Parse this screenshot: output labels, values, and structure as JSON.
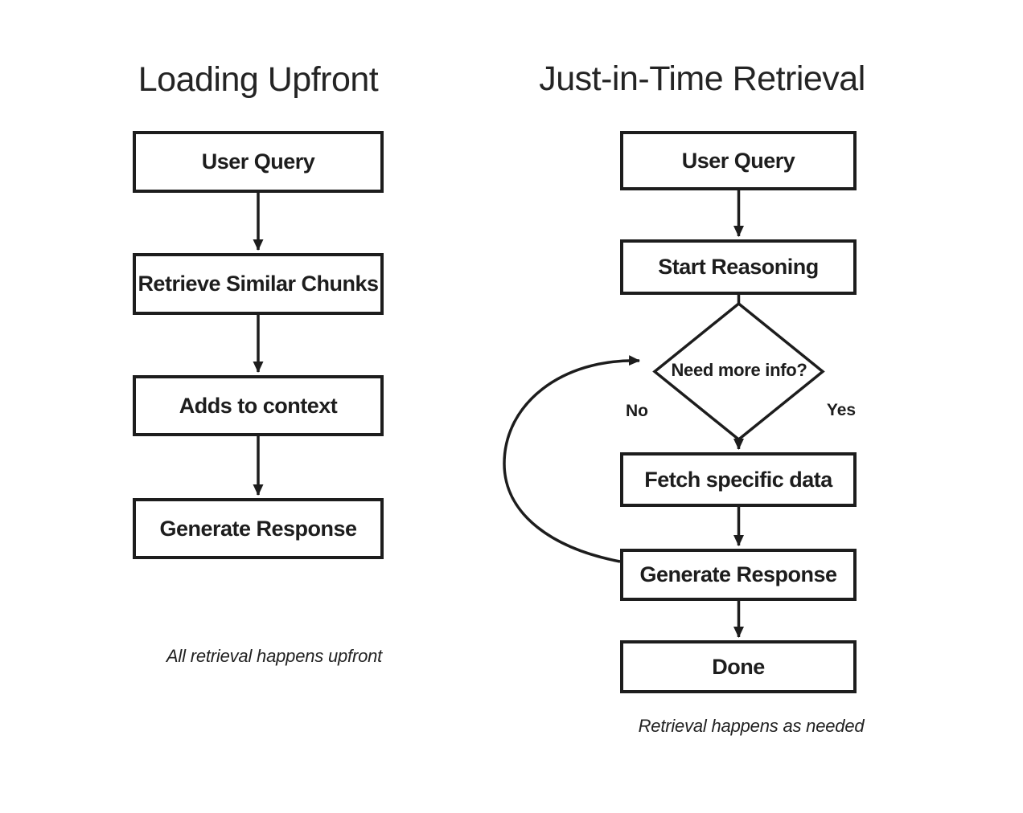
{
  "diagram": {
    "left": {
      "title": "Loading Upfront",
      "nodes": {
        "user_query": "User Query",
        "retrieve_chunks": "Retrieve Similar Chunks",
        "adds_context": "Adds to context",
        "generate_response": "Generate Response"
      },
      "caption": "All retrieval happens upfront"
    },
    "right": {
      "title": "Just-in-Time Retrieval",
      "nodes": {
        "user_query": "User Query",
        "start_reasoning": "Start Reasoning",
        "decision": "Need more info?",
        "fetch_data": "Fetch specific data",
        "generate_response": "Generate Response",
        "done": "Done"
      },
      "edge_labels": {
        "no": "No",
        "yes": "Yes"
      },
      "caption": "Retrieval happens as needed"
    },
    "colors": {
      "ink": "#1d1d1d",
      "background": "#ffffff"
    }
  }
}
